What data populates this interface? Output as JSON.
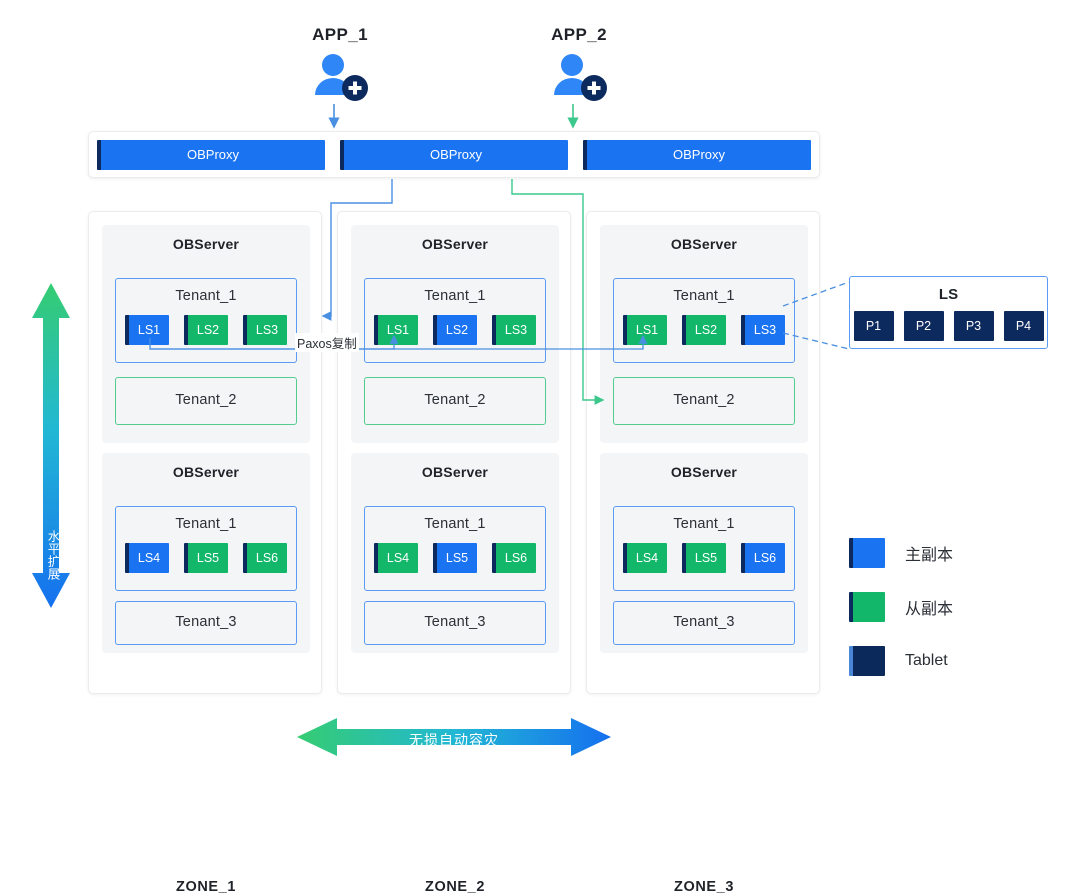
{
  "apps": [
    {
      "label": "APP_1",
      "icon": "add-user-icon",
      "arrow_color": "#4a90e2"
    },
    {
      "label": "APP_2",
      "icon": "add-user-icon",
      "arrow_color": "#3cc88c"
    }
  ],
  "proxies": [
    {
      "label": "OBProxy"
    },
    {
      "label": "OBProxy"
    },
    {
      "label": "OBProxy"
    }
  ],
  "zones": [
    {
      "label": "ZONE_1",
      "servers": [
        {
          "title": "OBServer",
          "tenants": [
            {
              "name": "Tenant_1",
              "border": "blue",
              "replicas": [
                {
                  "label": "LS1",
                  "role": "primary"
                },
                {
                  "label": "LS2",
                  "role": "secondary"
                },
                {
                  "label": "LS3",
                  "role": "secondary"
                }
              ]
            },
            {
              "name": "Tenant_2",
              "border": "green",
              "replicas": []
            }
          ]
        },
        {
          "title": "OBServer",
          "tenants": [
            {
              "name": "Tenant_1",
              "border": "blue",
              "replicas": [
                {
                  "label": "LS4",
                  "role": "primary"
                },
                {
                  "label": "LS5",
                  "role": "secondary"
                },
                {
                  "label": "LS6",
                  "role": "secondary"
                }
              ]
            },
            {
              "name": "Tenant_3",
              "border": "blue",
              "replicas": []
            }
          ]
        }
      ]
    },
    {
      "label": "ZONE_2",
      "servers": [
        {
          "title": "OBServer",
          "tenants": [
            {
              "name": "Tenant_1",
              "border": "blue",
              "replicas": [
                {
                  "label": "LS1",
                  "role": "secondary"
                },
                {
                  "label": "LS2",
                  "role": "primary"
                },
                {
                  "label": "LS3",
                  "role": "secondary"
                }
              ]
            },
            {
              "name": "Tenant_2",
              "border": "green",
              "replicas": []
            }
          ]
        },
        {
          "title": "OBServer",
          "tenants": [
            {
              "name": "Tenant_1",
              "border": "blue",
              "replicas": [
                {
                  "label": "LS4",
                  "role": "secondary"
                },
                {
                  "label": "LS5",
                  "role": "primary"
                },
                {
                  "label": "LS6",
                  "role": "secondary"
                }
              ]
            },
            {
              "name": "Tenant_3",
              "border": "blue",
              "replicas": []
            }
          ]
        }
      ]
    },
    {
      "label": "ZONE_3",
      "servers": [
        {
          "title": "OBServer",
          "tenants": [
            {
              "name": "Tenant_1",
              "border": "blue",
              "replicas": [
                {
                  "label": "LS1",
                  "role": "secondary"
                },
                {
                  "label": "LS2",
                  "role": "secondary"
                },
                {
                  "label": "LS3",
                  "role": "primary"
                }
              ]
            },
            {
              "name": "Tenant_2",
              "border": "green",
              "replicas": []
            }
          ]
        },
        {
          "title": "OBServer",
          "tenants": [
            {
              "name": "Tenant_1",
              "border": "blue",
              "replicas": [
                {
                  "label": "LS4",
                  "role": "secondary"
                },
                {
                  "label": "LS5",
                  "role": "secondary"
                },
                {
                  "label": "LS6",
                  "role": "primary"
                }
              ]
            },
            {
              "name": "Tenant_3",
              "border": "blue",
              "replicas": []
            }
          ]
        }
      ]
    }
  ],
  "ls_detail": {
    "title": "LS",
    "tablets": [
      {
        "label": "P1"
      },
      {
        "label": "P2"
      },
      {
        "label": "P3"
      },
      {
        "label": "P4"
      }
    ]
  },
  "legend": {
    "items": [
      {
        "label": "主副本",
        "swatch": "primary",
        "color": "#1a73f0"
      },
      {
        "label": "从副本",
        "swatch": "secondary",
        "color": "#12b76a"
      },
      {
        "label": "Tablet",
        "swatch": "tablet",
        "color": "#0b2a5b"
      }
    ]
  },
  "annotations": {
    "paxos": "Paxos复制",
    "vertical_arrow": "水平扩展",
    "horizontal_arrow": "无损自动容灾"
  },
  "colors": {
    "primary_blue": "#1a73f0",
    "secondary_green": "#12b76a",
    "tablet_navy": "#0b2a5b",
    "tenant_border_blue": "#5b9bf3",
    "tenant_border_green": "#55cc8f",
    "panel_gray": "#f4f5f7"
  }
}
